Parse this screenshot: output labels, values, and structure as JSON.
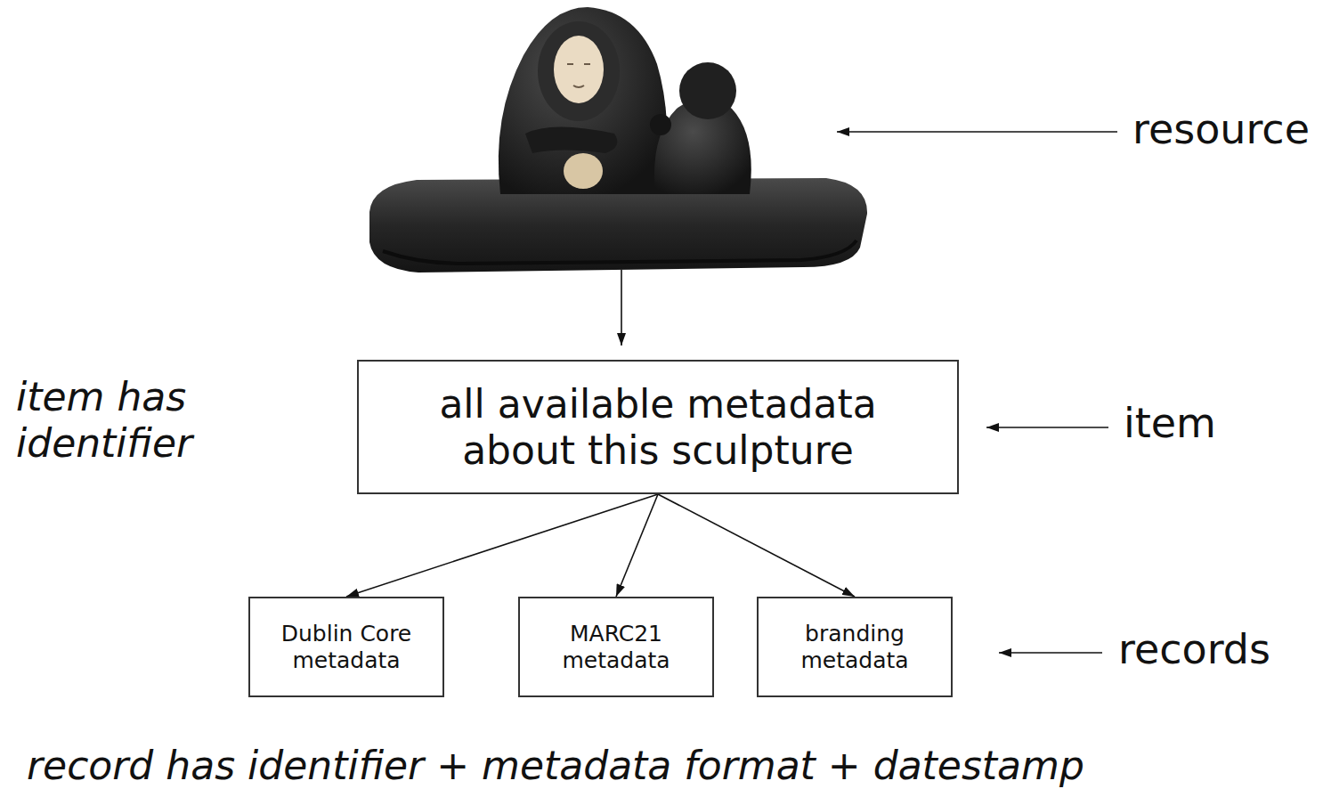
{
  "diagram": {
    "nodes": [
      {
        "text": [
          "all available metadata about this sculpture"
        ]
      },
      {
        "text": [
          "Dublin Core metadata"
        ]
      },
      {
        "text": [
          "MARC21 metadata"
        ]
      },
      {
        "text": [
          "branding metadata"
        ]
      }
    ],
    "edges": [
      {
        "from": 0,
        "to": 1,
        "arrow": "to"
      },
      {
        "from": 0,
        "to": 2,
        "arrow": "to"
      },
      {
        "from": 0,
        "to": 3,
        "arrow": "to"
      }
    ],
    "labels": [
      "resource",
      "item has identifier",
      "item",
      "records",
      "record has identifier + metadata format + datestamp"
    ]
  }
}
